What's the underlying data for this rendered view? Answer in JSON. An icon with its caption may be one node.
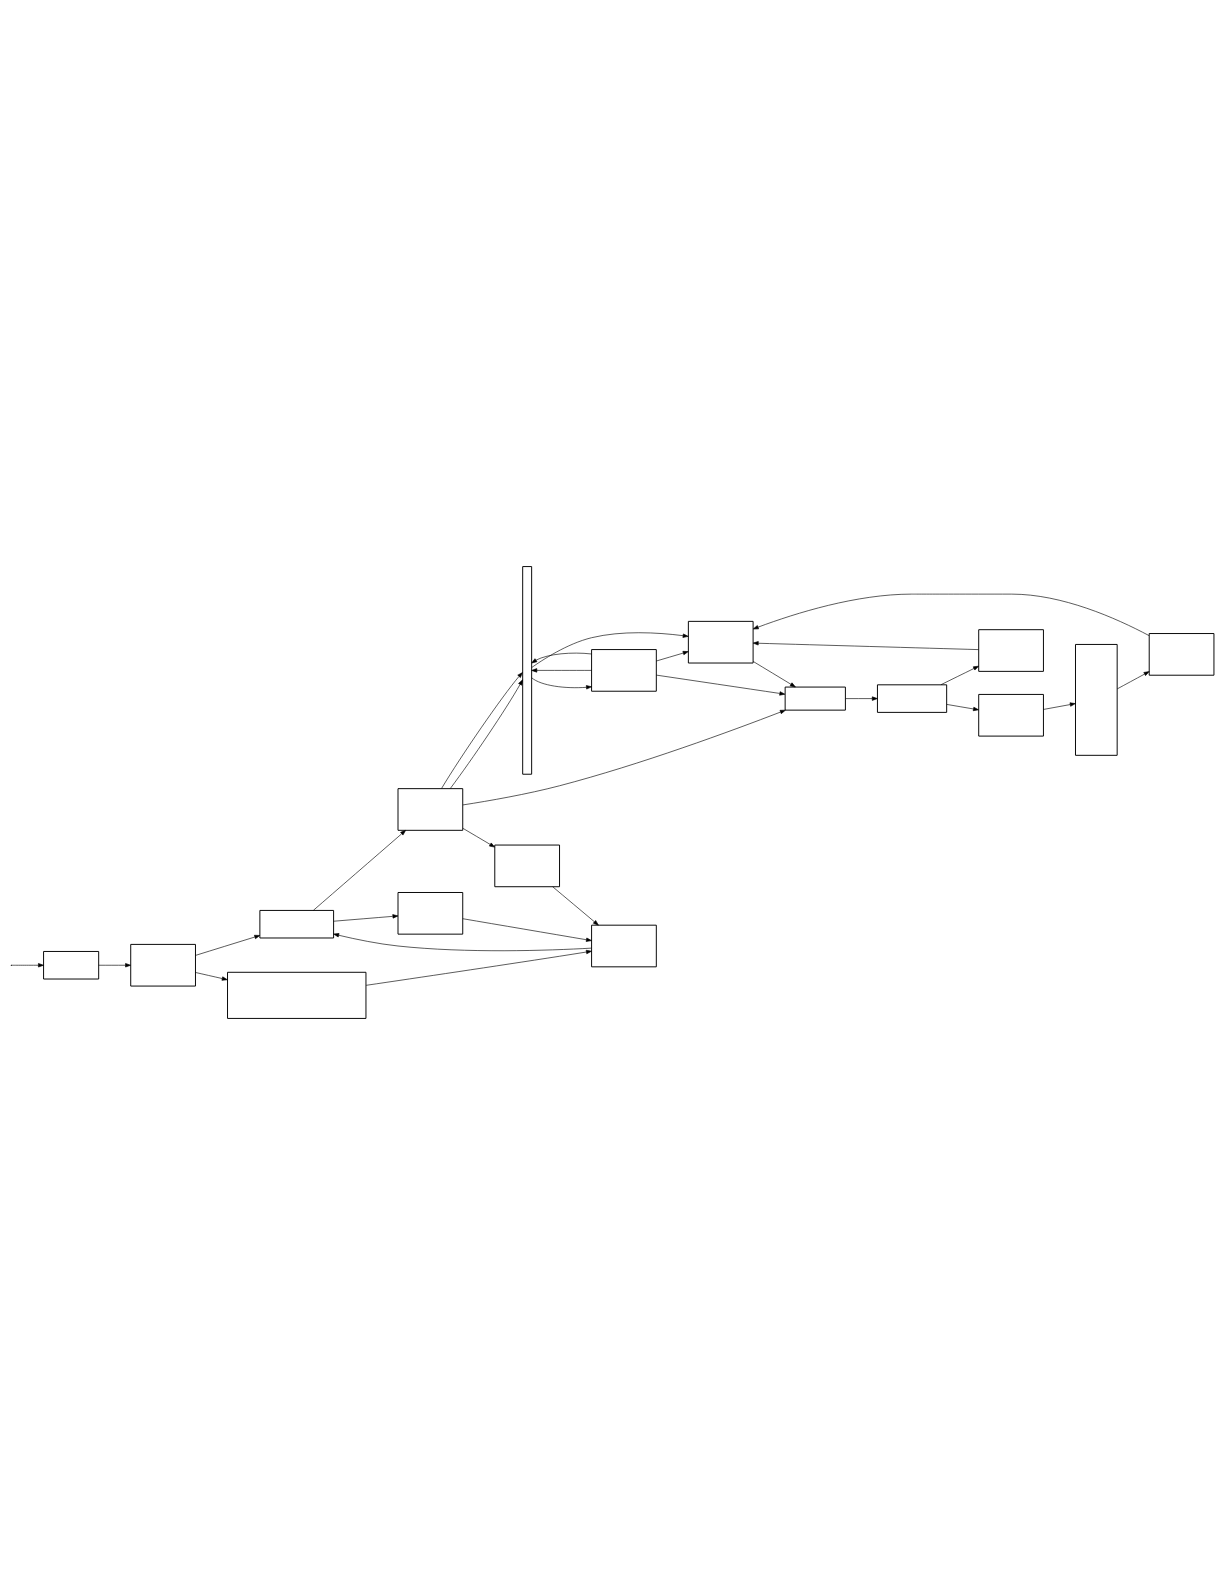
{
  "diagram": {
    "nodes": [
      {
        "text": [],
        "shape": "box"
      },
      {
        "text": [],
        "shape": "box"
      },
      {
        "text": [],
        "shape": "box"
      },
      {
        "text": [],
        "shape": "box"
      },
      {
        "text": [],
        "shape": "box"
      },
      {
        "text": [],
        "shape": "box"
      },
      {
        "text": [],
        "shape": "box"
      },
      {
        "text": [],
        "shape": "box"
      },
      {
        "text": [],
        "shape": "bar"
      },
      {
        "text": [],
        "shape": "box"
      },
      {
        "text": [],
        "shape": "box"
      },
      {
        "text": [],
        "shape": "box"
      },
      {
        "text": [],
        "shape": "box"
      },
      {
        "text": [],
        "shape": "box"
      },
      {
        "text": [],
        "shape": "box"
      },
      {
        "text": [],
        "shape": "box"
      },
      {
        "text": [],
        "shape": "box"
      }
    ],
    "edges": [
      {
        "from": null,
        "to": 0,
        "arrow": "to"
      },
      {
        "from": 0,
        "to": 1,
        "arrow": "to"
      },
      {
        "from": 1,
        "to": 2,
        "arrow": "to"
      },
      {
        "from": 2,
        "to": 3,
        "arrow": "to"
      },
      {
        "from": 1,
        "to": 4,
        "arrow": "to"
      },
      {
        "from": 4,
        "to": 5,
        "arrow": "to"
      },
      {
        "from": 5,
        "to": 2,
        "arrow": "to"
      },
      {
        "from": 2,
        "to": 6,
        "arrow": "to"
      },
      {
        "from": 6,
        "to": 5,
        "arrow": "to"
      },
      {
        "from": 3,
        "to": 7,
        "arrow": "to"
      },
      {
        "from": 7,
        "to": 5,
        "arrow": "to"
      },
      {
        "from": 3,
        "to": 8,
        "arrow": "to"
      },
      {
        "from": 3,
        "to": 8,
        "arrow": "to"
      },
      {
        "from": 3,
        "to": 12,
        "arrow": "to"
      },
      {
        "from": 16,
        "to": 8,
        "arrow": "to"
      },
      {
        "from": 16,
        "to": 8,
        "arrow": "to"
      },
      {
        "from": 16,
        "to": 12,
        "arrow": "to"
      },
      {
        "from": 8,
        "to": 16,
        "arrow": "to"
      },
      {
        "from": 8,
        "to": 15,
        "arrow": "to"
      },
      {
        "from": 12,
        "to": 11,
        "arrow": "to"
      },
      {
        "from": 11,
        "to": 10,
        "arrow": "to"
      },
      {
        "from": 11,
        "to": 14,
        "arrow": "to"
      },
      {
        "from": 10,
        "to": 9,
        "arrow": "to"
      },
      {
        "from": 9,
        "to": 13,
        "arrow": "to"
      },
      {
        "from": 13,
        "to": 15,
        "arrow": "to"
      },
      {
        "from": 14,
        "to": 15,
        "arrow": "to"
      },
      {
        "from": 16,
        "to": 15,
        "arrow": "to"
      },
      {
        "from": 15,
        "to": 12,
        "arrow": "to"
      }
    ]
  }
}
